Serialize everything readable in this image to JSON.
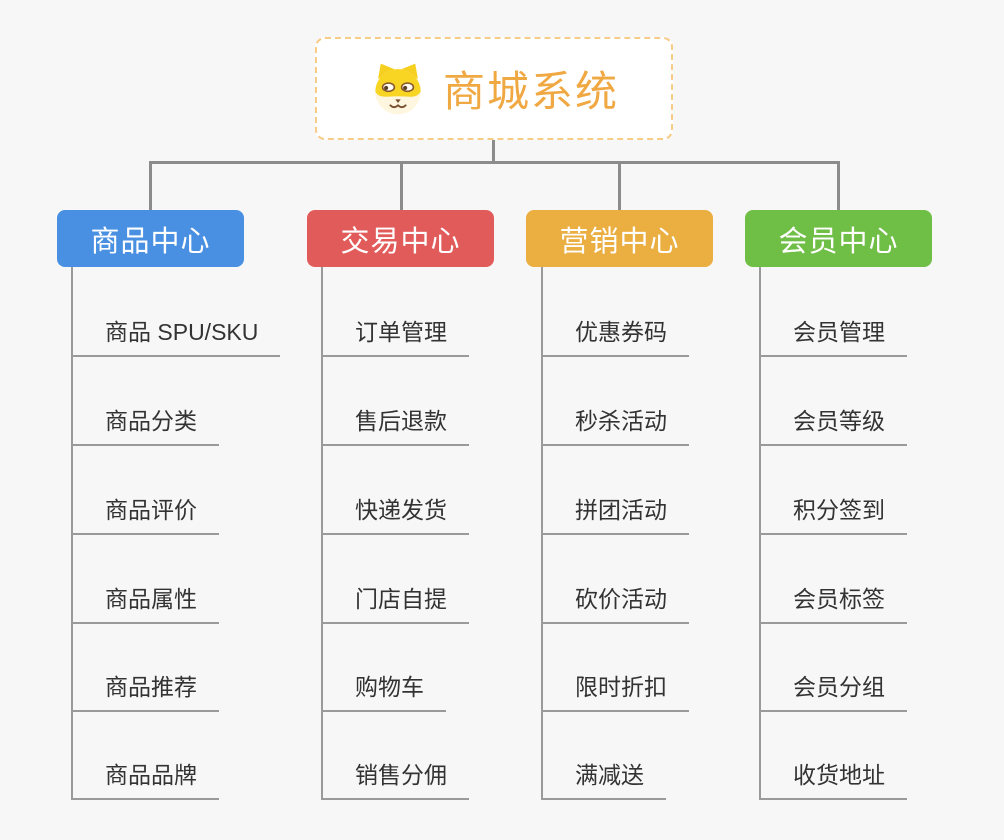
{
  "root": {
    "title": "商城系统",
    "icon": "dog-face-icon"
  },
  "branches": [
    {
      "label": "商品中心",
      "color": "#4a90e2",
      "items": [
        "商品 SPU/SKU",
        "商品分类",
        "商品评价",
        "商品属性",
        "商品推荐",
        "商品品牌"
      ]
    },
    {
      "label": "交易中心",
      "color": "#e25b5b",
      "items": [
        "订单管理",
        "售后退款",
        "快递发货",
        "门店自提",
        "购物车",
        "销售分佣"
      ]
    },
    {
      "label": "营销中心",
      "color": "#ebae41",
      "items": [
        "优惠券码",
        "秒杀活动",
        "拼团活动",
        "砍价活动",
        "限时折扣",
        "满减送"
      ]
    },
    {
      "label": "会员中心",
      "color": "#6fbe45",
      "items": [
        "会员管理",
        "会员等级",
        "积分签到",
        "会员标签",
        "会员分组",
        "收货地址"
      ]
    }
  ],
  "palette": {
    "background": "#f7f7f7",
    "root_border": "#f6cc86",
    "root_title_color": "#f0a843",
    "connector_color": "#8c8c8c",
    "item_line_color": "#9a9a9a",
    "item_text_color": "#333333"
  }
}
